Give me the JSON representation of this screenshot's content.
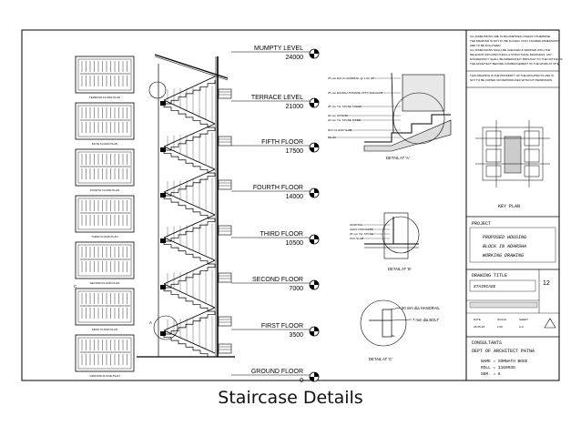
{
  "caption": "Staircase Details",
  "floor_plans": [
    "TERRACE FLOOR PLAN",
    "FIFTH FLOOR PLAN",
    "FOURTH FLOOR PLAN",
    "THIRD FLOOR PLAN",
    "SECOND FLOOR PLAN",
    "FIRST FLOOR PLAN",
    "GROUND FLOOR PLAN"
  ],
  "plan_marker": "C",
  "section_marker": "A",
  "levels": [
    {
      "name": "MUMPTY LEVEL",
      "value": "24000"
    },
    {
      "name": "TERRACE LEVEL",
      "value": "21000"
    },
    {
      "name": "FIFTH FLOOR",
      "value": "17500"
    },
    {
      "name": "FOURTH FLOOR",
      "value": "14000"
    },
    {
      "name": "THIRD FLOOR",
      "value": "10500"
    },
    {
      "name": "SECOND FLOOR",
      "value": "7000"
    },
    {
      "name": "FIRST FLOOR",
      "value": "3500"
    },
    {
      "name": "GROUND FLOOR",
      "value": "0"
    }
  ],
  "detail_a": {
    "title": "DETAIL AT 'A'",
    "notes": [
      "25 mm DIA GI HANDRAIL @ 1.0m HT",
      "25 mm DIA BALUSTRADE UPTO 900mm HT",
      "25 mm TH. STONE TREAD",
      "20 mm NOSING",
      "20 mm TH. STONE RISER",
      "RCC FLOOR SLAB",
      "BEAM"
    ]
  },
  "detail_b": {
    "title": "DETAIL AT 'B'",
    "notes": [
      "SKIRTING",
      "LEAN CONCRETE",
      "25 mm TH. STONE",
      "PCC SLAB"
    ]
  },
  "detail_c": {
    "title": "DETAIL AT 'C'",
    "notes": [
      "50 mm dia HANDRAIL",
      "7 mm dia BOLT"
    ],
    "dims": [
      "50"
    ]
  },
  "title_block": {
    "general_notes": [
      "ALL DIMENSIONS ARE IN MILLIMETRES UNLESS OTHERWISE",
      "THE DRAWING IS NOT TO BE SCALED. ONLY FIGURED DIMENSIONS",
      "ARE TO BE FOLLOWED.",
      "ALL DIMENSIONS SHALL BE CHECKED & VERIFIED WITH THE",
      "RELEVANT ARCHITECTURAL & STRUCTURAL DRAWINGS. ANY",
      "DISCREPANCY SHALL BE IMMEDIATELY BROUGHT TO THE NOTICE OF",
      "THE ARCHITECT BEFORE COMMENCEMENT OF THE WORK AT SITE."
    ],
    "copyright_notes": [
      "THIS DRAWING IS THE PROPERTY OF THE ARCHITECTS AND IS",
      "NOT TO BE COPIED OR REPRODUCED WITHOUT PERMISSION."
    ],
    "key_plan_label": "KEY PLAN",
    "project_label": "PROJECT",
    "project_lines": [
      "PROPOSED HOUSING",
      "BLOCK IN ADARSHA",
      "WORKING DRAWING"
    ],
    "drawing_title_label": "DRAWING TITLE",
    "drawing_title": "STAIRCASE",
    "sheet_number": "12",
    "date_label": "DATE",
    "date_value": "04-05-18",
    "scale_label": "SCALE",
    "scale_value": "1:50",
    "sheet_label": "SHEET",
    "sheet_value": "A-6",
    "consultants_label": "CONSULTANTS",
    "consultant_name": "DEPT OF ARCHITECT PATNA",
    "student_lines": [
      "NAME = SOMNATH BOSE",
      "ROLL  = 1160035",
      "SEM.  = 8"
    ]
  }
}
